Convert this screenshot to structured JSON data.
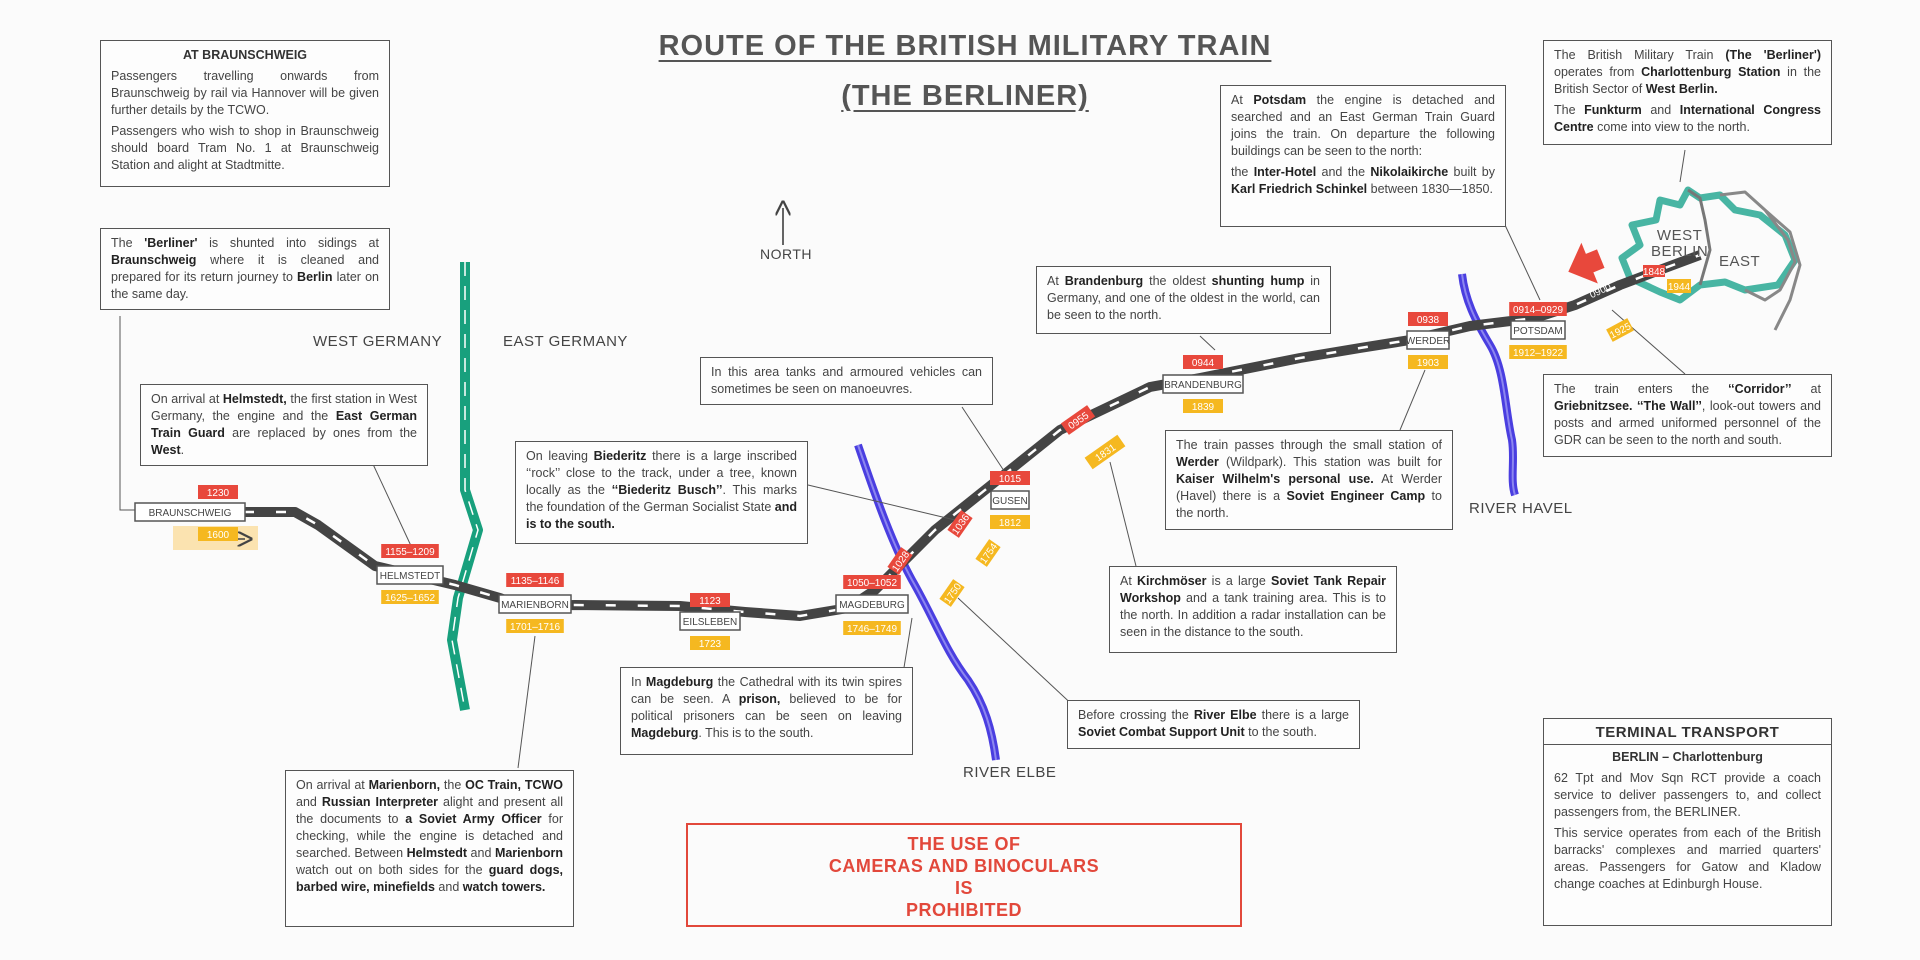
{
  "title_line1": "ROUTE OF THE BRITISH MILITARY TRAIN",
  "title_line2": "(THE BERLINER)",
  "north_label": "NORTH",
  "labels": {
    "west_germany": "WEST GERMANY",
    "east_germany": "EAST GERMANY",
    "river_elbe": "RIVER ELBE",
    "river_havel": "RIVER HAVEL",
    "west_berlin_1": "WEST",
    "west_berlin_2": "BERLIN",
    "east_berlin": "EAST"
  },
  "stations": [
    {
      "name": "BRAUNSCHWEIG",
      "time_up": "1230",
      "time_down": "1600"
    },
    {
      "name": "HELMSTEDT",
      "time_up": "1155–1209",
      "time_down": "1625–1652"
    },
    {
      "name": "MARIENBORN",
      "time_up": "1135–1146",
      "time_down": "1701–1716"
    },
    {
      "name": "EILSLEBEN",
      "time_up": "1123",
      "time_down": "1723"
    },
    {
      "name": "MAGDEBURG",
      "time_up": "1050–1052",
      "time_down": "1746–1749"
    },
    {
      "name": "GUSEN",
      "time_up": "1015",
      "time_down": "1812"
    },
    {
      "name": "BRANDENBURG",
      "time_up": "0944",
      "time_down": "1839"
    },
    {
      "name": "WERDER",
      "time_up": "0938",
      "time_down": "1903"
    },
    {
      "name": "POTSDAM",
      "time_up": "0914–0929",
      "time_down": "1912–1922"
    }
  ],
  "track_times": [
    "1036",
    "1028",
    "1750",
    "1754",
    "0955",
    "1831",
    "0900",
    "1848",
    "1944",
    "1925"
  ],
  "colors": {
    "up": "#e8483c",
    "down": "#f5b820",
    "border": "#18a07d",
    "river": "#4a3ee0",
    "berlin": "#48b5a3",
    "warning": "#e2483b"
  },
  "boxes": {
    "braunschweig_info": {
      "heading": "AT BRAUNSCHWEIG",
      "p1": "Passengers travelling onwards from Braunschweig by rail via Hannover will be given further details by the TCWO.",
      "p2": "Passengers who wish to shop in Braunschweig should board Tram No. 1 at Braunschweig Station and alight at Stadtmitte."
    },
    "shunted": {
      "t1": "The ",
      "b1": "'Berliner'",
      "t2": " is shunted into sidings at ",
      "b2": "Braunschweig",
      "t3": " where it is cleaned and prepared for its return journey to ",
      "b3": "Berlin",
      "t4": " later on the same day."
    },
    "helmstedt": {
      "t1": "On arrival at ",
      "b1": "Helmstedt,",
      "t2": " the first station in West Germany, the engine and the ",
      "b2": "East German Train Guard",
      "t3": " are replaced by ones from the ",
      "b3": "West",
      "t4": "."
    },
    "tanks": {
      "text": "In this area tanks and armoured vehicles can sometimes be seen on manoeuvres."
    },
    "biederitz": {
      "t1": "On leaving ",
      "b1": "Biederitz",
      "t2": " there is a large inscribed ‘‘rock’’ close to the track, under a tree, known locally as the ",
      "b2": "‘‘Biederitz Busch’’",
      "t3": ". This marks the foundation of the German Socialist State ",
      "b3": "and is to the south."
    },
    "brandenburg": {
      "t1": "At ",
      "b1": "Brandenburg",
      "t2": " the oldest ",
      "b2": "shunting hump",
      "t3": " in Germany, and one of the oldest in the world, can be seen to the north."
    },
    "potsdam": {
      "t1": "At ",
      "b1": "Potsdam",
      "t2": " the engine is detached and searched and an East German Train Guard joins the train. On departure the following buildings can be seen to the north:",
      "t3": "the ",
      "b3": "Inter-Hotel",
      "t4": " and the ",
      "b4": "Nikolaikirche",
      "t5": " built by ",
      "b5": "Karl Friedrich Schinkel",
      "t6": " between 1830—1850."
    },
    "berliner_top": {
      "t1": "The British Military Train ",
      "b1": "(The 'Berliner')",
      "t2": " operates from ",
      "b2": "Charlottenburg Station",
      "t3": " in the British Sector of ",
      "b3": "West Berlin.",
      "t4": "The ",
      "b4": "Funkturm",
      "t5": " and ",
      "b5": "International Congress Centre",
      "t6": " come into view to the north."
    },
    "werder": {
      "t1": "The train passes through the small station of ",
      "b1": "Werder",
      "t2": " (Wildpark). This station was built for ",
      "b2": "Kaiser Wilhelm's personal use.",
      "t3": " At Werder (Havel) there is a ",
      "b3": "Soviet Engineer Camp",
      "t4": " to the north."
    },
    "corridor": {
      "t1": "The train enters the ",
      "b1": "‘‘Corridor’’",
      "t2": " at ",
      "b2": "Griebnitzsee. ‘‘The Wall’’",
      "t3": ", look-out towers and posts and armed uniformed personnel of the GDR can be seen to the north and south."
    },
    "kirchmoser": {
      "t1": "At ",
      "b1": "Kirchmöser",
      "t2": " is a large ",
      "b2": "Soviet Tank Repair Workshop",
      "t3": " and a tank training area. This is to the north. In addition a radar installation can be seen in the distance to the south."
    },
    "magdeburg": {
      "t1": "In ",
      "b1": "Magdeburg",
      "t2": " the Cathedral with its twin spires can be seen. A ",
      "b2": "prison,",
      "t3": " believed to be for political prisoners can be seen on leaving ",
      "b3": "Magdeburg",
      "t4": ". This is to the south."
    },
    "elbe": {
      "t1": "Before crossing the ",
      "b1": "River Elbe",
      "t2": " there is a large ",
      "b2": "Soviet Combat Support Unit",
      "t3": " to the south."
    },
    "marienborn": {
      "t1": "On arrival at ",
      "b1": "Marienborn,",
      "t2": " the ",
      "b2": "OC Train, TCWO",
      "t3": " and ",
      "b3": "Russian Interpreter",
      "t4": " alight and present all the documents to ",
      "b4": "a Soviet Army Officer",
      "t5": " for checking, while the engine is detached and searched. Between ",
      "b5": "Helmstedt",
      "t6": " and ",
      "b6": "Marienborn",
      "t7": " watch out on both sides for the ",
      "b7": "guard dogs,",
      "t8": " ",
      "b8": "barbed wire, minefields",
      "t9": " and ",
      "b9": "watch towers."
    }
  },
  "warning": {
    "line1": "THE USE OF",
    "line2": "CAMERAS AND BINOCULARS",
    "line3": "IS",
    "line4": "PROHIBITED"
  },
  "terminal": {
    "heading": "TERMINAL TRANSPORT",
    "sub": "BERLIN – Charlottenburg",
    "p1": "62 Tpt and Mov Sqn RCT provide a coach service to deliver passengers to, and collect passengers from, the BERLINER.",
    "p2": "This service operates from each of the British barracks' complexes and married quarters' areas. Passengers for Gatow and Kladow change coaches at Edinburgh House."
  }
}
